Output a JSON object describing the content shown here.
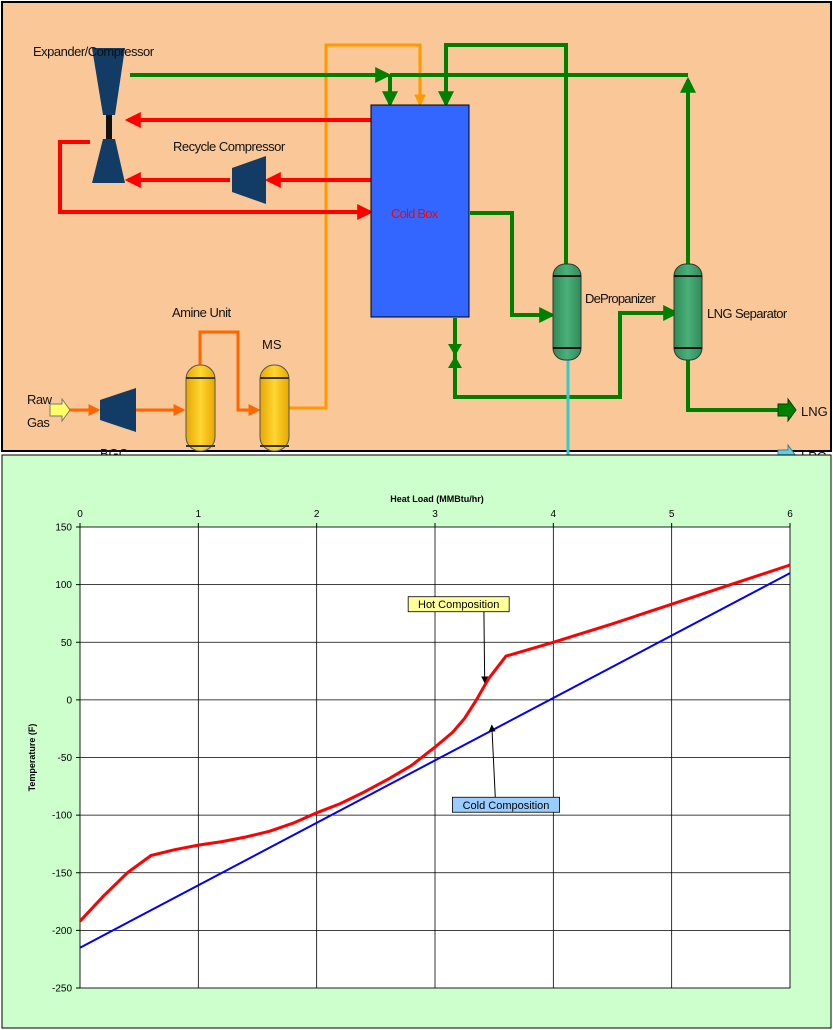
{
  "diagram": {
    "labels": {
      "expander_compressor": "Expander/Compressor",
      "recycle_compressor": "Recycle Compressor",
      "cold_box": "Cold Box",
      "amine_unit": "Amine Unit",
      "ms": "MS",
      "raw_gas_line1": "Raw",
      "raw_gas_line2": "Gas",
      "bgc": "BGC",
      "depropanizer": "DePropanizer",
      "lng_separator": "LNG Separator",
      "lng": "LNG",
      "lpg": "LPG"
    },
    "colors": {
      "background": "#FAC898",
      "cold_box": "#3366FF",
      "cold_box_label": "#FF0000",
      "vessel_yellow": "#FFCC00",
      "column_green": "#339966",
      "compressor": "#123B66",
      "line_green": "#008000",
      "line_red": "#FF0000",
      "line_orange": "#FF9900",
      "line_orange_dark": "#FF6600",
      "line_cyan": "#33CCCC"
    }
  },
  "chart_data": {
    "type": "line",
    "title": "Heat Load (MMBtu/hr)",
    "xlabel": "Heat Load (MMBtu/hr)",
    "ylabel": "Temperature (F)",
    "xlim": [
      0,
      6
    ],
    "ylim": [
      -250,
      150
    ],
    "x_ticks": [
      "0",
      "1",
      "2",
      "3",
      "4",
      "5",
      "6"
    ],
    "y_ticks": [
      "150",
      "100",
      "50",
      "0",
      "-50",
      "-100",
      "-150",
      "-200",
      "-250"
    ],
    "grid": true,
    "x_axis_position": "top",
    "background": "#CCFFCC",
    "series": [
      {
        "name": "Hot Composition",
        "color": "#FF0000",
        "x": [
          0,
          0.2,
          0.4,
          0.6,
          0.8,
          1.0,
          1.2,
          1.4,
          1.6,
          1.8,
          2.0,
          2.2,
          2.4,
          2.6,
          2.8,
          3.0,
          3.15,
          3.25,
          3.35,
          3.45,
          3.6,
          4.0,
          4.5,
          5.0,
          5.5,
          6.0
        ],
        "y": [
          -192,
          -170,
          -150,
          -135,
          -130,
          -126,
          -123,
          -119,
          -114,
          -107,
          -98,
          -90,
          -80,
          -69,
          -57,
          -41,
          -28,
          -16,
          0,
          18,
          38,
          50,
          66,
          83,
          100,
          117
        ]
      },
      {
        "name": "Cold Composition",
        "color": "#0000FF",
        "x": [
          0,
          6
        ],
        "y": [
          -215,
          110
        ]
      }
    ],
    "annotations": [
      {
        "text": "Hot Composition",
        "box_color": "#FFFF99",
        "x": 3.2,
        "y": 83,
        "arrow_to_x": 3.42,
        "arrow_to_y": 15
      },
      {
        "text": "Cold Composition",
        "box_color": "#99CCFF",
        "x": 3.6,
        "y": -91,
        "arrow_to_x": 3.48,
        "arrow_to_y": -22
      }
    ]
  }
}
